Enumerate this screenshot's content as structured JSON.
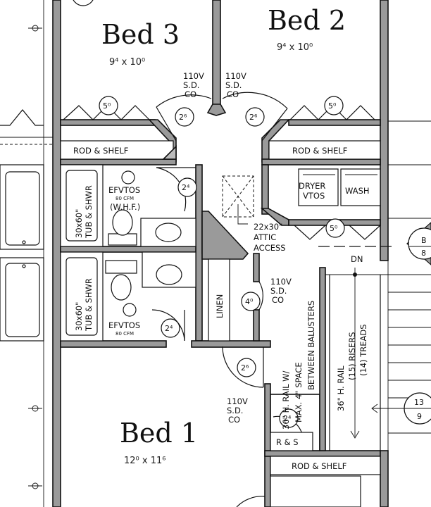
{
  "rooms": {
    "bed3": {
      "name": "Bed 3",
      "size": "9⁴ x 10⁰"
    },
    "bed2": {
      "name": "Bed 2",
      "size": "9⁴ x 10⁰"
    },
    "bed1": {
      "name": "Bed 1",
      "size": "12⁰ x 11⁶"
    }
  },
  "closets": {
    "left_rod_shelf": "ROD & SHELF",
    "right_rod_shelf": "ROD & SHELF",
    "bottom_rod_shelf": "ROD & SHELF",
    "linen": "LINEN",
    "r_and_s": "R & S"
  },
  "baths": {
    "upper_tub": "30x60\"",
    "upper_tub2": "TUB & SHWR",
    "lower_tub": "30x60\"",
    "lower_tub2": "TUB & SHWR",
    "upper_fan": "EFVTOS",
    "upper_fan_cfm": "80 CFM",
    "upper_fan_whf": "(W.H.F.)",
    "lower_fan": "EFVTOS",
    "lower_fan_cfm": "80 CFM"
  },
  "laundry": {
    "dryer": "DRYER",
    "vent": "VTOS",
    "wash": "WASH"
  },
  "attic": {
    "size": "22x30\"",
    "line1": "ATTIC",
    "line2": "ACCESS"
  },
  "detectors": [
    {
      "v": "110V",
      "sd": "S.D.",
      "co": "CO"
    },
    {
      "v": "110V",
      "sd": "S.D.",
      "co": "CO"
    },
    {
      "v": "110V",
      "sd": "S.D.",
      "co": "CO"
    },
    {
      "v": "110V",
      "sd": "S.D.",
      "co": "CO"
    }
  ],
  "door_tags": [
    "5⁰",
    "2⁶",
    "2⁶",
    "5⁰",
    "2⁴",
    "5⁰",
    "4⁰",
    "2⁴",
    "2⁶",
    "2⁴"
  ],
  "stairs": {
    "down": "DN",
    "rail_note_1": "36\" H. RAIL W/",
    "rail_note_2": "MAX. 4\" SPACE",
    "rail_note_3": "BETWEEN BALUSTERS",
    "risers": "(15) RISERS",
    "treads": "(14) TREADS",
    "rail": "36\" H. RAIL"
  },
  "callouts": {
    "section_letter": "B",
    "section_sheet": "8",
    "detail_num": "13",
    "detail_sheet": "9"
  }
}
